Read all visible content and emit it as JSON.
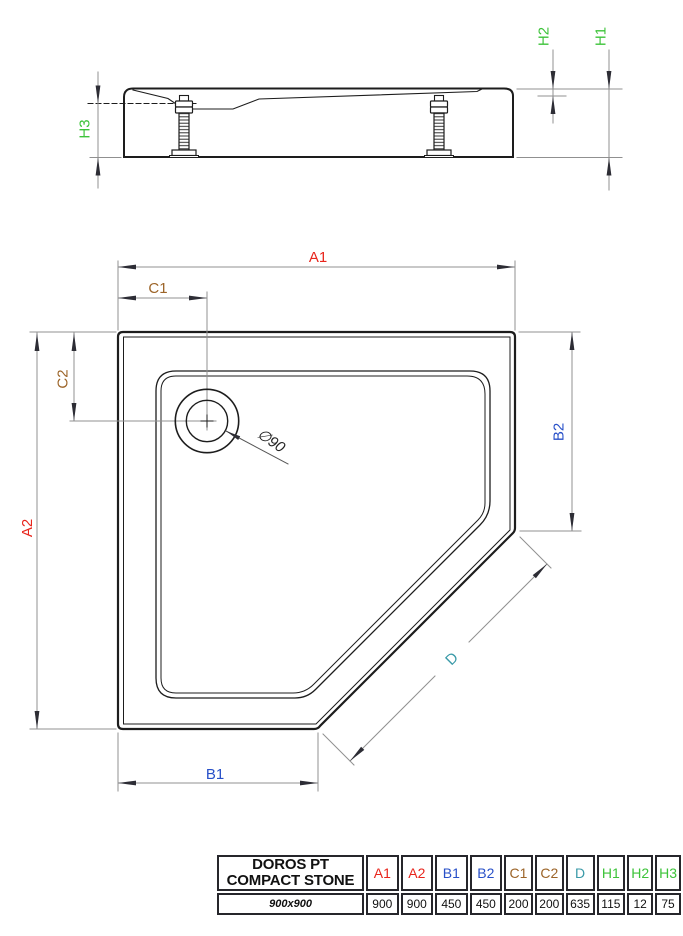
{
  "dims": {
    "a1": "A1",
    "a2": "A2",
    "b1": "B1",
    "b2": "B2",
    "c1": "C1",
    "c2": "C2",
    "d": "D",
    "h1": "H1",
    "h2": "H2",
    "h3": "H3",
    "drain": "∅90"
  },
  "table": {
    "product_line1": "DOROS PT",
    "product_line2": "COMPACT STONE",
    "size": "900x900",
    "columns": [
      {
        "label": "A1",
        "value": "900"
      },
      {
        "label": "A2",
        "value": "900"
      },
      {
        "label": "B1",
        "value": "450"
      },
      {
        "label": "B2",
        "value": "450"
      },
      {
        "label": "C1",
        "value": "200"
      },
      {
        "label": "C2",
        "value": "200"
      },
      {
        "label": "D",
        "value": "635"
      },
      {
        "label": "H1",
        "value": "115"
      },
      {
        "label": "H2",
        "value": "12"
      },
      {
        "label": "H3",
        "value": "75"
      }
    ]
  },
  "colors": {
    "dim_red": "#e8251c",
    "dim_blue": "#2850c8",
    "dim_brown": "#9c6428",
    "dim_teal": "#3a9aa8",
    "dim_green": "#3cc339",
    "drawing_line": "#1d1d1d",
    "dimension_line_gray": "#909090"
  }
}
